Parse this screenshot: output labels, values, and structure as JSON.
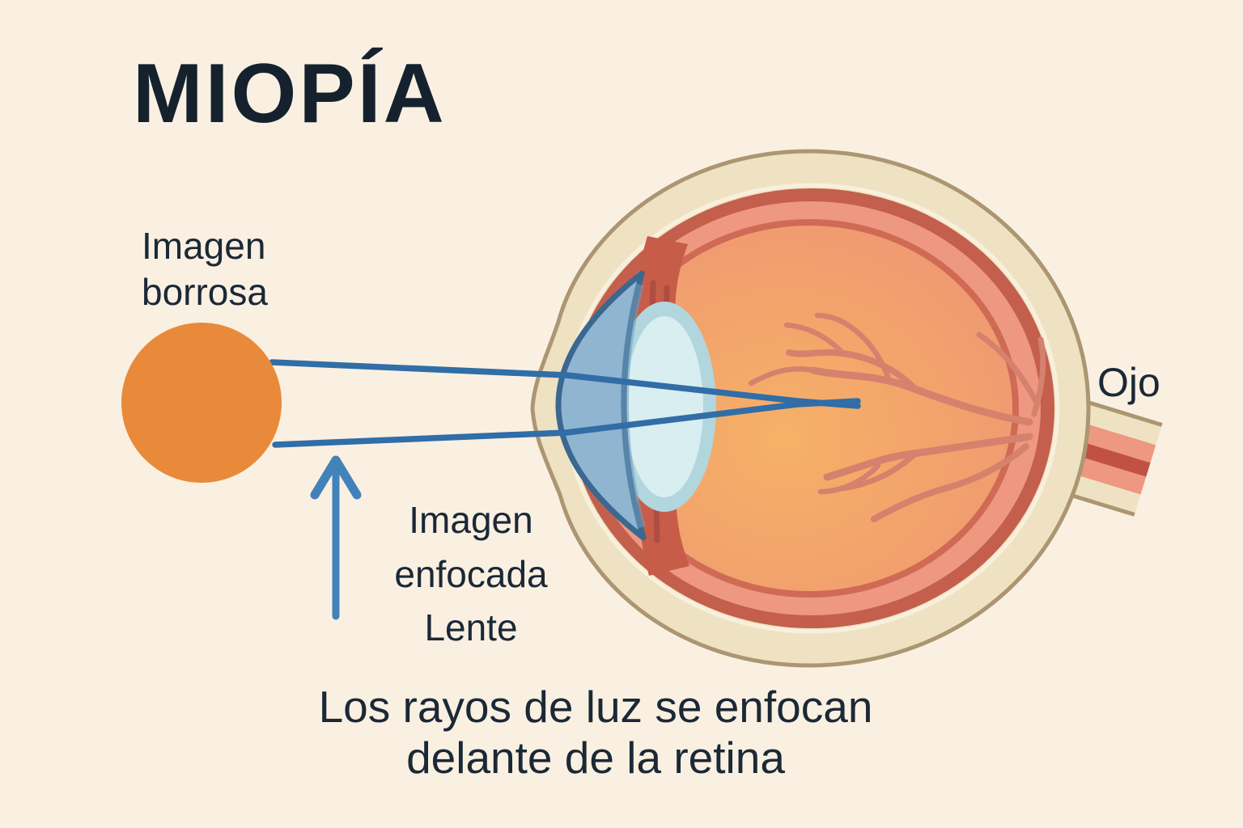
{
  "title": "MIOPÍA",
  "labels": {
    "blurry": [
      "Imagen",
      "borrosa"
    ],
    "focused": [
      "Imagen",
      "enfocada",
      "Lente"
    ],
    "eye": "Ojo"
  },
  "caption": [
    "Los rayos de luz se enfocan",
    "delante de la retina"
  ],
  "colors": {
    "background": "#faf0e2",
    "ink-title": "#15222e",
    "ink-label": "#1b2836",
    "object-orange": "#e88a3a",
    "light-ray": "#316da6",
    "arrow-blue": "#4183b9",
    "sclera-fill": "#eee2c2",
    "sclera-outline": "#ac9672",
    "limbus-light": "#f8f0dc",
    "choroid": "#c35f4c",
    "retina": "#ee9781",
    "retina-edge": "#cf6a55",
    "vitreous-center": "#f6b167",
    "vitreous-edge": "#ee9377",
    "vessel": "#d5816e",
    "cornea-fill": "#8fb5d0",
    "cornea-edge": "#3b6890",
    "lens-outer": "#b2d6dd",
    "lens-inner": "#d9eef0",
    "ciliary": "#c75c49",
    "ciliary-streak": "#a84a3e",
    "nerve-core": "#c05244"
  }
}
